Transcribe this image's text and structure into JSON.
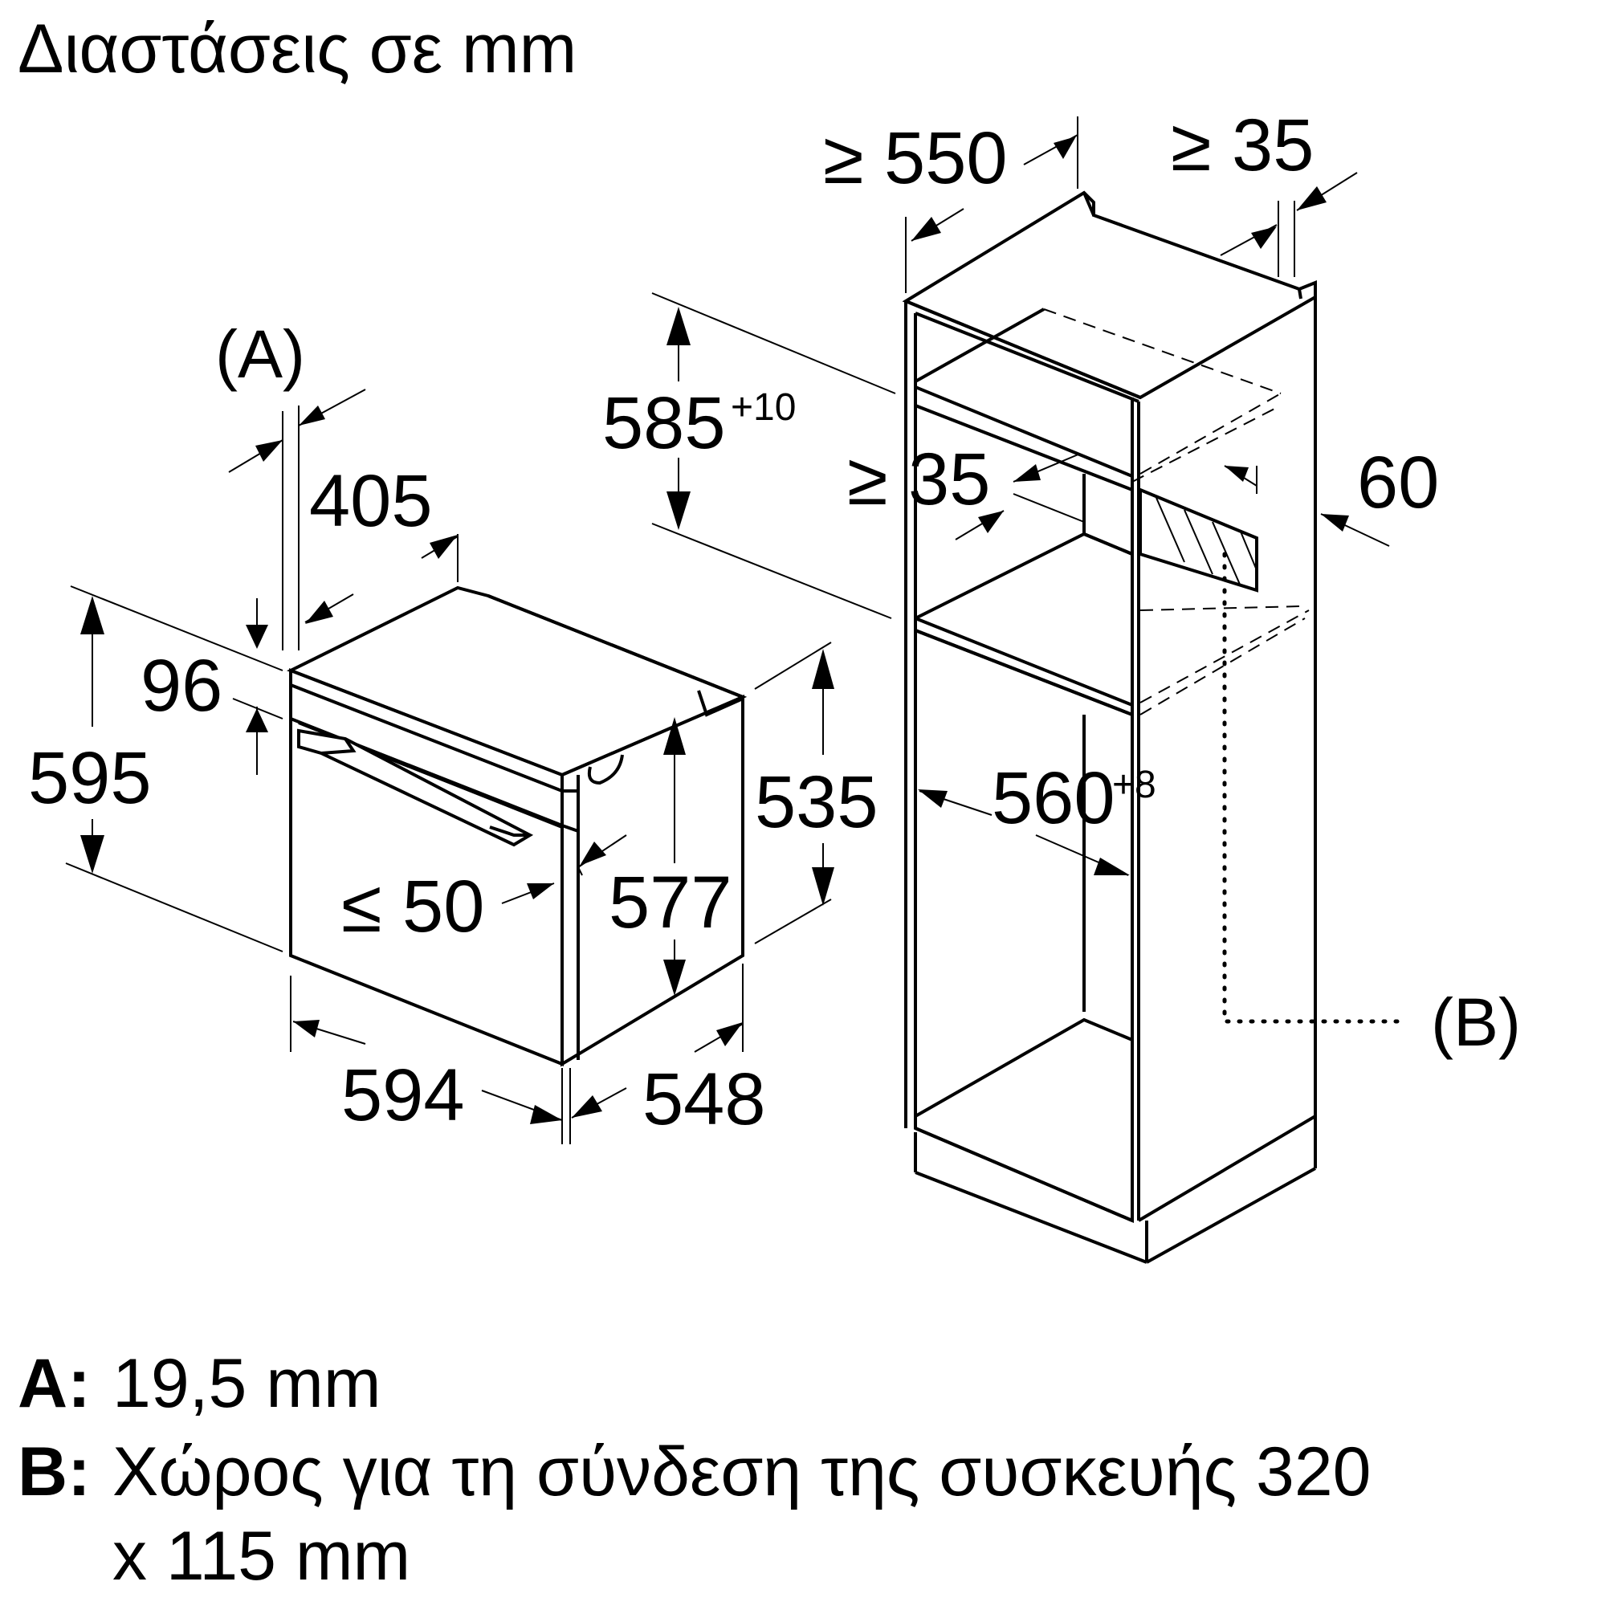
{
  "title": "Διαστάσεις σε mm",
  "oven": {
    "label_a": "(A)",
    "dim_405": "405",
    "dim_96": "96",
    "dim_595": "595",
    "dim_le50": "≤ 50",
    "dim_577": "577",
    "dim_535": "535",
    "dim_594": "594",
    "dim_548": "548"
  },
  "cabinet": {
    "dim_ge550": "≥ 550",
    "dim_ge35_top": "≥ 35",
    "dim_585": "585",
    "dim_585_tol": "+10",
    "dim_ge35_mid": "≥ 35",
    "dim_60": "60",
    "dim_560": "560",
    "dim_560_tol": "+8",
    "label_b": "(B)"
  },
  "legend": {
    "a_key": "A:",
    "a_text": "19,5 mm",
    "b_key": "B:",
    "b_text": "Χώρος για τη σύνδεση της συσκευής 320",
    "b_text_cont": "x 115 mm"
  }
}
